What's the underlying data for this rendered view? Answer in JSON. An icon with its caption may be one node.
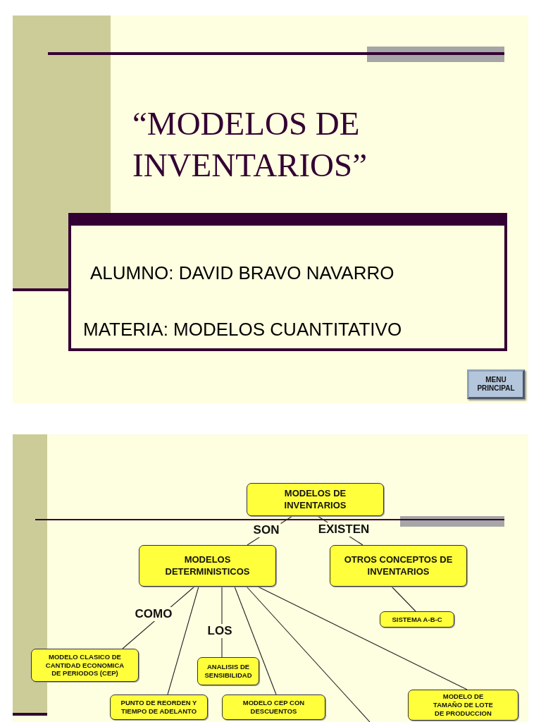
{
  "diagram": {
    "title": "“MODELOS DE INVENTARIOS”",
    "nodes": [
      {
        "text": [
          "ALUMNO: DAVID BRAVO NAVARRO",
          "MATERIA: MODELOS CUANTITATIVO"
        ]
      },
      {
        "text": [
          "MENU PRINCIPAL"
        ]
      },
      {
        "text": [
          "MODELOS DE INVENTARIOS"
        ]
      },
      {
        "text": [
          "MODELOS DETERMINISTICOS"
        ]
      },
      {
        "text": [
          "OTROS CONCEPTOS DE INVENTARIOS"
        ]
      },
      {
        "text": [
          "SISTEMA A-B-C"
        ]
      },
      {
        "text": [
          "MODELO CLASICO DE CANTIDAD ECONOMICA DE PERIODOS (CEP)"
        ]
      },
      {
        "text": [
          "ANALISIS DE SENSIBILIDAD"
        ]
      },
      {
        "text": [
          "PUNTO DE REORDEN Y TIEMPO DE ADELANTO"
        ]
      },
      {
        "text": [
          "MODELO CEP CON DESCUENTOS"
        ]
      },
      {
        "text": [
          "MODELO DE TAMAÑO DE LOTE DE PRODUCCION"
        ]
      }
    ],
    "edges": [
      {
        "from": 2,
        "to": 3,
        "arrow": "none",
        "label": "SON"
      },
      {
        "from": 2,
        "to": 4,
        "arrow": "none",
        "label": "EXISTEN"
      },
      {
        "from": 3,
        "to": 6,
        "arrow": "none",
        "label": "COMO"
      },
      {
        "from": 3,
        "to": 8,
        "arrow": "none"
      },
      {
        "from": 3,
        "to": 7,
        "arrow": "none",
        "label": "LOS"
      },
      {
        "from": 3,
        "to": 9,
        "arrow": "none"
      },
      {
        "from": 3,
        "to": null,
        "arrow": "none"
      },
      {
        "from": 3,
        "to": 10,
        "arrow": "none"
      },
      {
        "from": 4,
        "to": 5,
        "arrow": "none"
      }
    ]
  }
}
